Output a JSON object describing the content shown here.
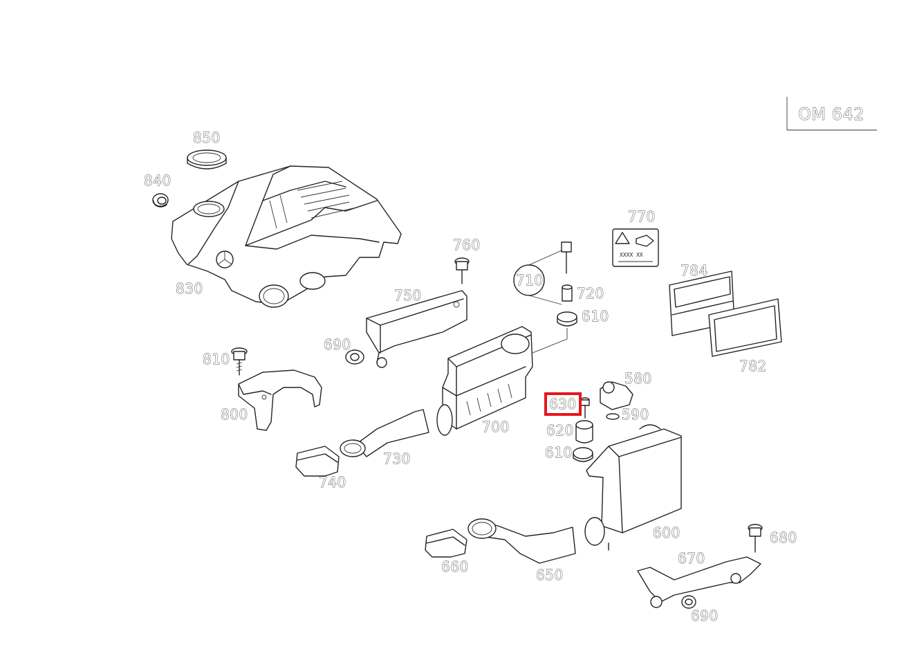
{
  "diagram": {
    "engine_badge": "OM 642",
    "callouts": [
      {
        "id": "850",
        "label": "850"
      },
      {
        "id": "840",
        "label": "840"
      },
      {
        "id": "830",
        "label": "830"
      },
      {
        "id": "760",
        "label": "760"
      },
      {
        "id": "770",
        "label": "770"
      },
      {
        "id": "784",
        "label": "784"
      },
      {
        "id": "710",
        "label": "710"
      },
      {
        "id": "720",
        "label": "720"
      },
      {
        "id": "750",
        "label": "750"
      },
      {
        "id": "610a",
        "label": "610"
      },
      {
        "id": "690a",
        "label": "690"
      },
      {
        "id": "810",
        "label": "810"
      },
      {
        "id": "782",
        "label": "782"
      },
      {
        "id": "580",
        "label": "580"
      },
      {
        "id": "630",
        "label": "630",
        "highlighted": true
      },
      {
        "id": "590",
        "label": "590"
      },
      {
        "id": "800",
        "label": "800"
      },
      {
        "id": "700",
        "label": "700"
      },
      {
        "id": "620",
        "label": "620"
      },
      {
        "id": "610b",
        "label": "610"
      },
      {
        "id": "730",
        "label": "730"
      },
      {
        "id": "740",
        "label": "740"
      },
      {
        "id": "600",
        "label": "600"
      },
      {
        "id": "680",
        "label": "680"
      },
      {
        "id": "670",
        "label": "670"
      },
      {
        "id": "660",
        "label": "660"
      },
      {
        "id": "650",
        "label": "650"
      },
      {
        "id": "690b",
        "label": "690"
      }
    ],
    "label_770_text": "XXXX XX",
    "highlight_color": "#e8151b"
  }
}
